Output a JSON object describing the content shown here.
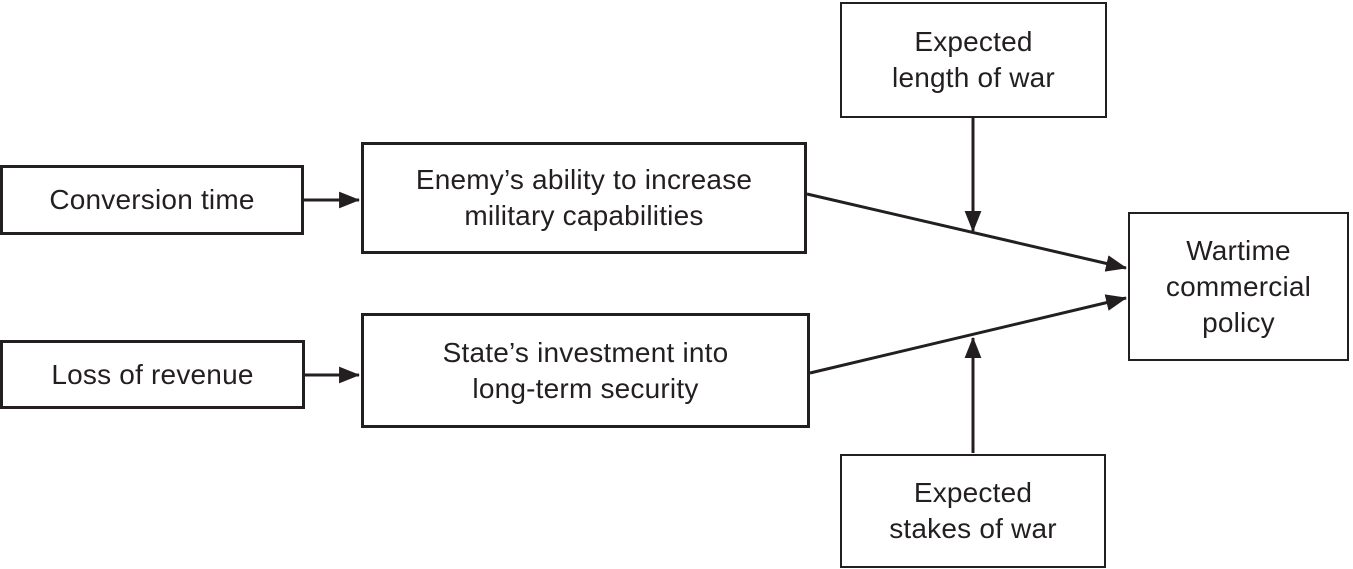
{
  "diagram": {
    "background_color": "#ffffff",
    "line_color": "#231f20",
    "nodes": {
      "conversion_time": {
        "label": "Conversion time"
      },
      "loss_of_revenue": {
        "label": "Loss of revenue"
      },
      "enemy_ability": {
        "label": "Enemy’s ability to increase\nmilitary capabilities"
      },
      "state_investment": {
        "label": "State’s investment into\nlong-term security"
      },
      "expected_length": {
        "label": "Expected\nlength of war"
      },
      "expected_stakes": {
        "label": "Expected\nstakes of war"
      },
      "wartime_policy": {
        "label": "Wartime\ncommercial\npolicy"
      }
    },
    "edges": [
      {
        "from": "conversion_time",
        "to": "enemy_ability",
        "type": "arrow-horizontal"
      },
      {
        "from": "loss_of_revenue",
        "to": "state_investment",
        "type": "arrow-horizontal"
      },
      {
        "from": "enemy_ability",
        "to": "wartime_policy",
        "type": "arrow-diagonal"
      },
      {
        "from": "state_investment",
        "to": "wartime_policy",
        "type": "arrow-diagonal"
      },
      {
        "from": "expected_length",
        "to": "edge enemy_ability→wartime_policy",
        "type": "arrow-down-moderator"
      },
      {
        "from": "expected_stakes",
        "to": "edge state_investment→wartime_policy",
        "type": "arrow-up-moderator"
      }
    ]
  }
}
